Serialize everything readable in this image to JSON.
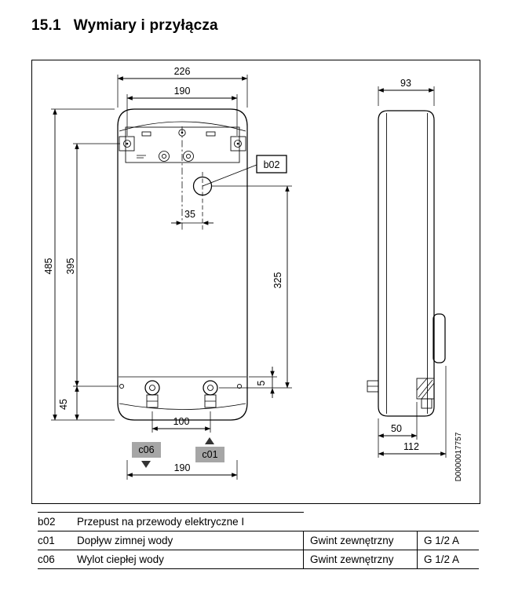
{
  "title": {
    "number": "15.1",
    "text": "Wymiary i przyłącza"
  },
  "diagram": {
    "doc_number": "D0000017757",
    "callouts": {
      "b02": "b02",
      "c01": "c01",
      "c06": "c06"
    },
    "front": {
      "dim_width_outer": "226",
      "dim_width_inner": "190",
      "dim_offset_electric": "35",
      "dim_height_total": "485",
      "dim_height_holes": "395",
      "dim_bottom_offset": "45",
      "dim_electric_height": "325",
      "dim_pipe_offset": "5",
      "dim_pipe_spacing": "100",
      "dim_bottom_width": "190"
    },
    "side": {
      "dim_depth": "93",
      "dim_pipe_depth": "50",
      "dim_total_depth": "112"
    }
  },
  "legend": {
    "rows": [
      {
        "code": "b02",
        "description": "Przepust na przewody elektryczne I",
        "thread": "",
        "size": ""
      },
      {
        "code": "c01",
        "description": "Dopływ zimnej wody",
        "thread": "Gwint zewnętrzny",
        "size": "G 1/2 A"
      },
      {
        "code": "c06",
        "description": "Wylot ciepłej wody",
        "thread": "Gwint zewnętrzny",
        "size": "G 1/2 A"
      }
    ]
  },
  "colors": {
    "line": "#000000",
    "callout_fill": "#a6a6a6",
    "callout_b02_fill": "#ffffff"
  }
}
